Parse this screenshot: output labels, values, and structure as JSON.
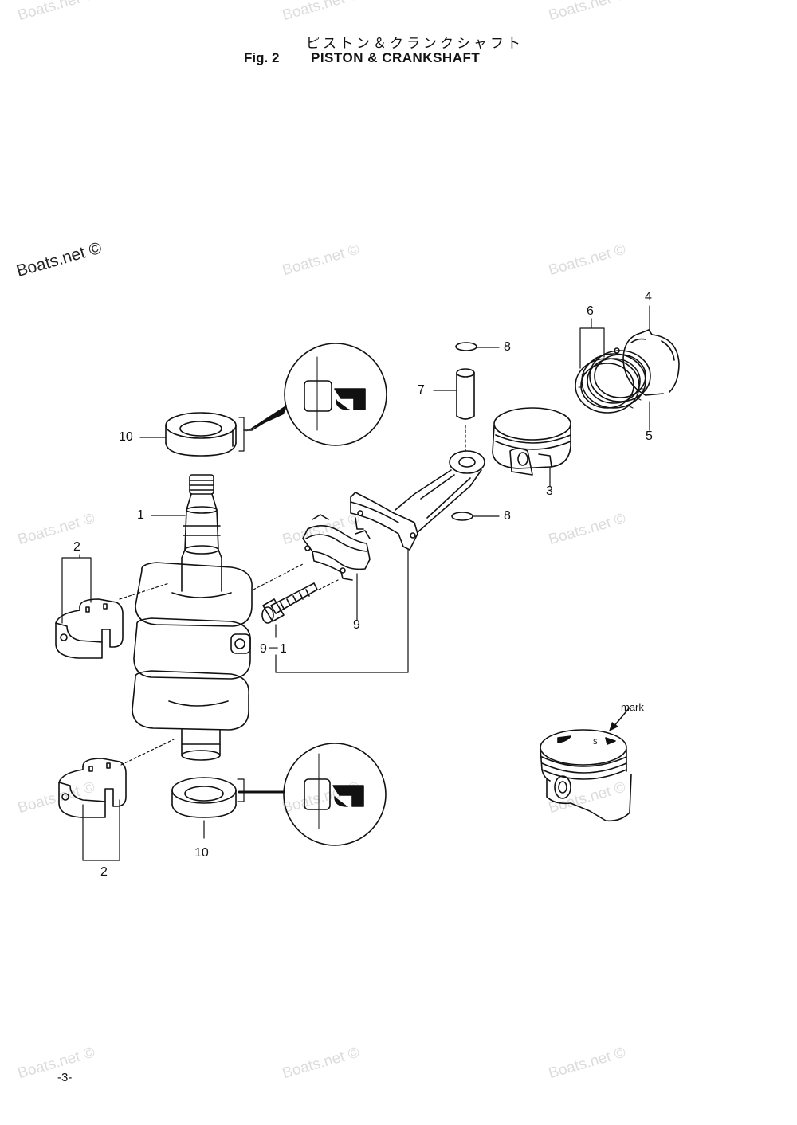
{
  "header": {
    "jp_title": "ピストン＆クランクシャフト",
    "fig_no": "Fig. 2",
    "fig_title": "PISTON & CRANKSHAFT"
  },
  "page_number": "-3-",
  "watermark": "Boats.net ©",
  "callouts": {
    "c1": "1",
    "c2_upper": "2",
    "c2_lower": "2",
    "c3": "3",
    "c4": "4",
    "c5": "5",
    "c6": "6",
    "c7": "7",
    "c8_upper": "8",
    "c8_lower": "8",
    "c9": "9",
    "c9_1": "9－1",
    "c10_upper": "10",
    "c10_lower": "10"
  },
  "mark_label": "mark"
}
